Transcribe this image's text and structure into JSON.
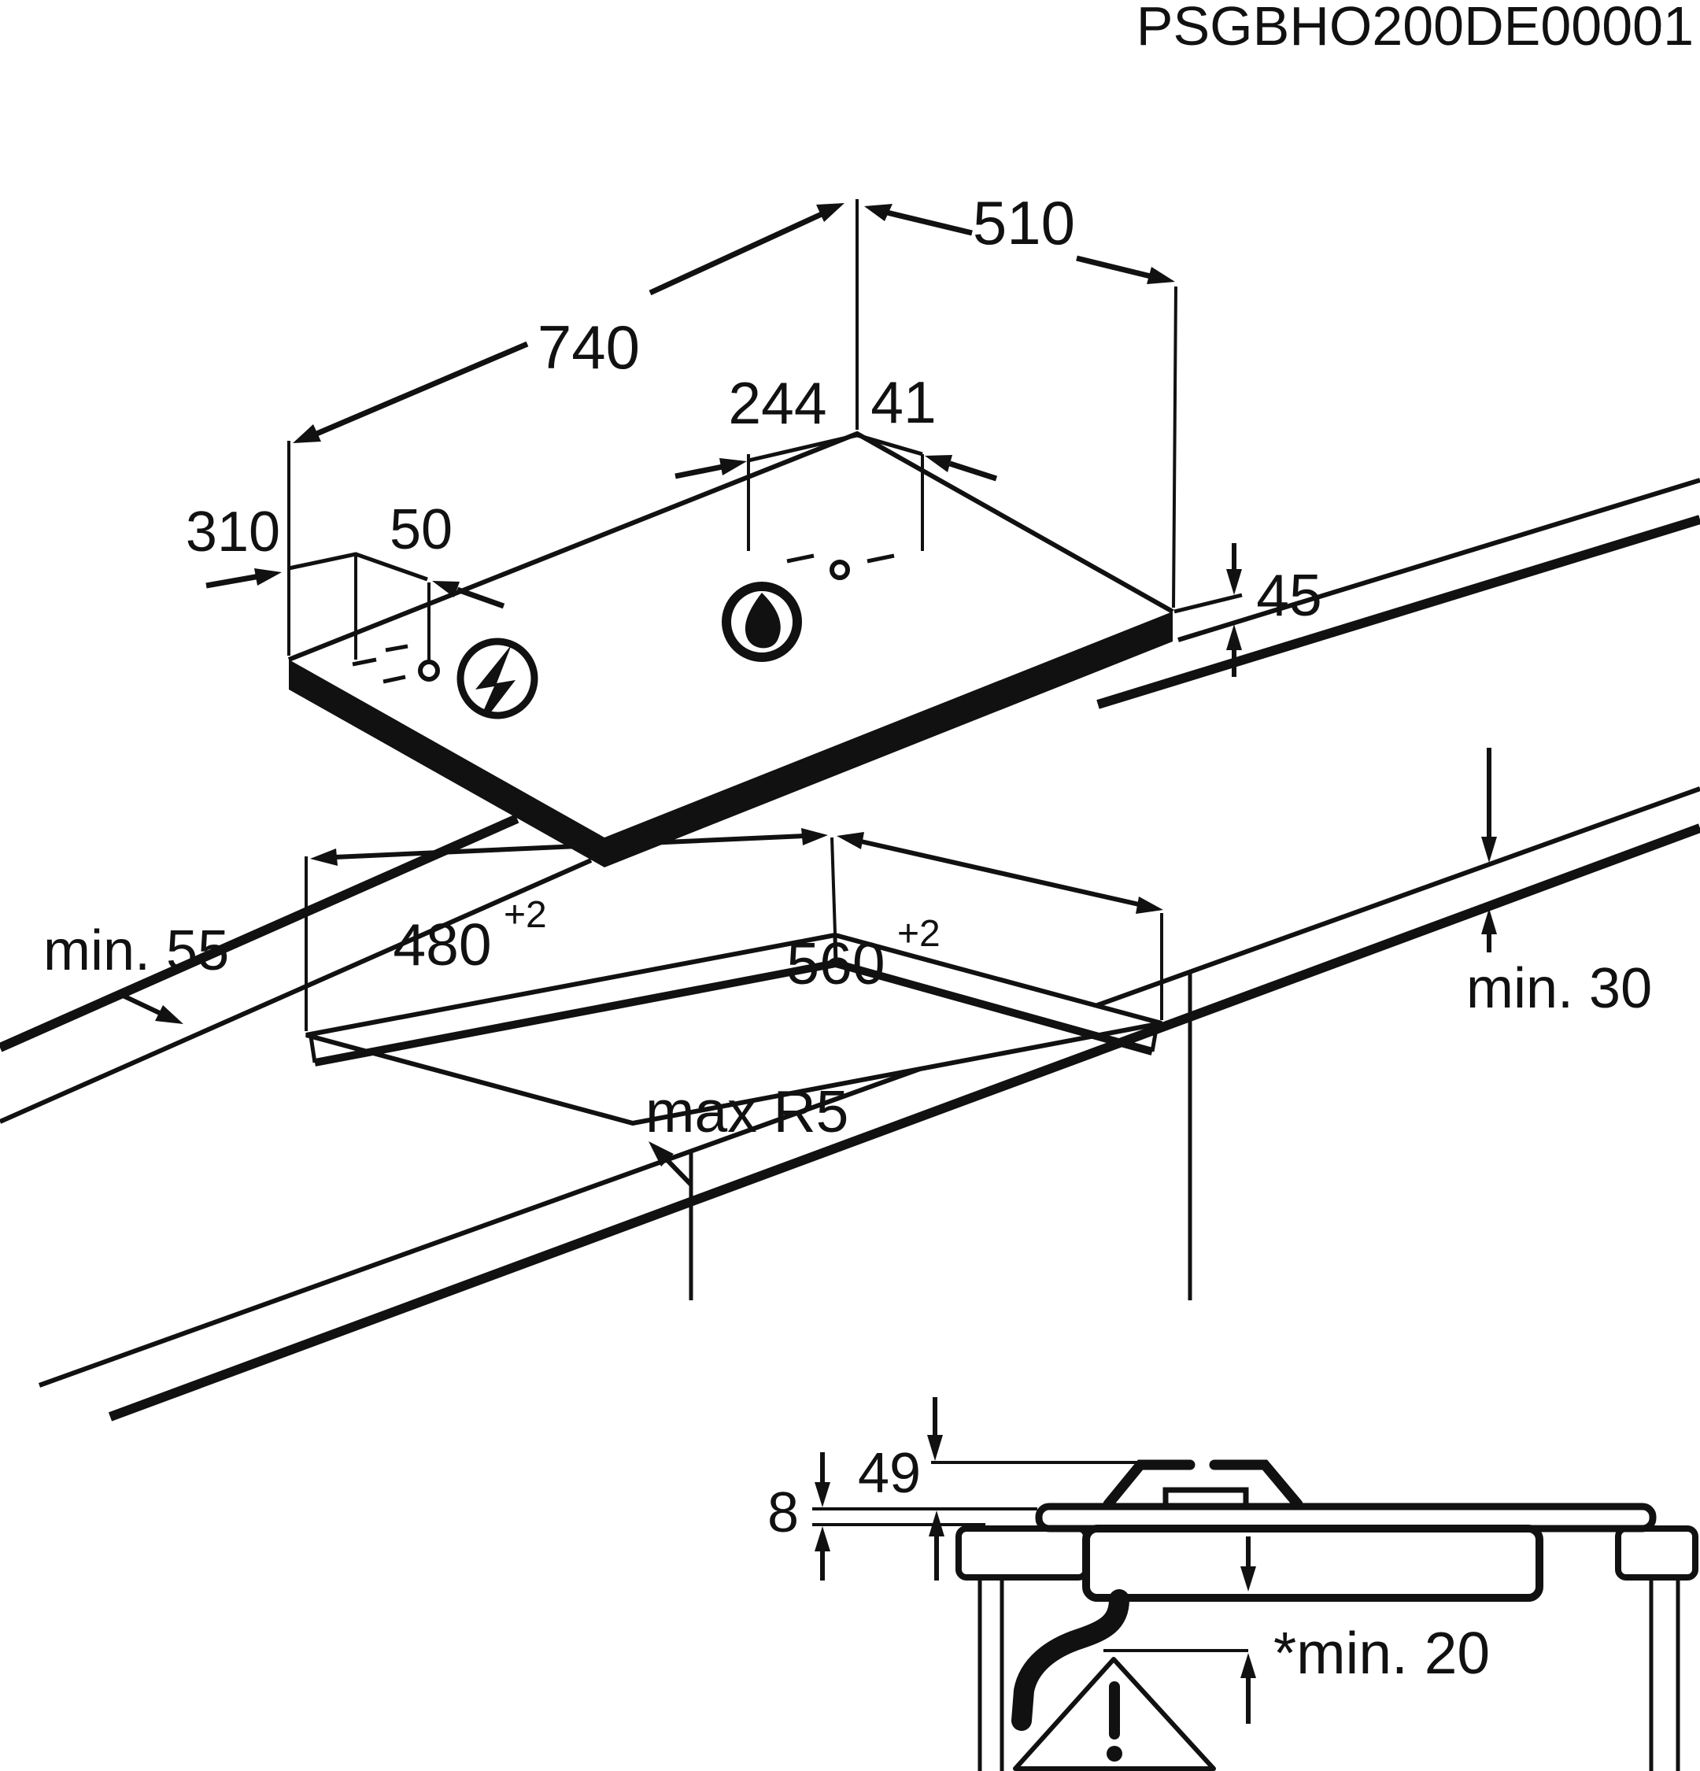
{
  "meta": {
    "part_code": "PSGBHO200DE00001"
  },
  "colors": {
    "ink": "#111111",
    "background": "#ffffff"
  },
  "hob_top_view": {
    "width": "740",
    "depth": "510",
    "gas_point_offset_a": "244",
    "gas_point_offset_b": "41",
    "electric_point_offset_a": "310",
    "electric_point_offset_b": "50",
    "hob_thickness": "45"
  },
  "cutout_view": {
    "cutout_depth": "480",
    "cutout_depth_tolerance": "+2",
    "cutout_width": "560",
    "cutout_width_tolerance": "+2",
    "corner_radius": "max R5",
    "front_edge_clearance": "min. 55",
    "worktop_thickness": "min. 30"
  },
  "section_view": {
    "height_above_worktop": "49",
    "glass_height": "8",
    "clearance_below": "*min. 20"
  }
}
